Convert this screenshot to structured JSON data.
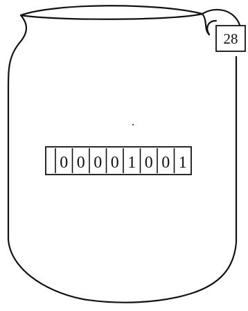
{
  "tag": {
    "value": "28"
  },
  "register": {
    "bits": [
      "0",
      "0",
      "0",
      "0",
      "1",
      "0",
      "0",
      "1"
    ]
  },
  "colors": {
    "ink": "#111111",
    "paper": "#ffffff"
  }
}
